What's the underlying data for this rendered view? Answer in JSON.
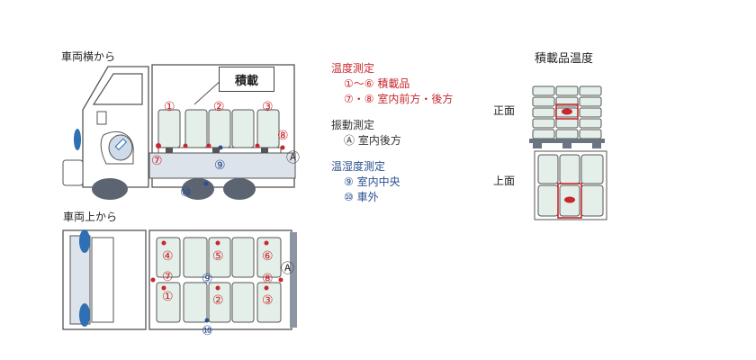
{
  "side_view_title": "車両横から",
  "top_view_title": "車両上から",
  "cargo_callout": "積載",
  "cargo_temp_title": "積載品温度",
  "front_label": "正面",
  "top_label": "上面",
  "legend": {
    "temp_title": "温度測定",
    "temp_item1": "①〜⑥ 積載品",
    "temp_item2": "⑦・⑧ 室内前方・後方",
    "vib_title": "振動測定",
    "vib_item1": "Ⓐ 室内後方",
    "hum_title": "温湿度測定",
    "hum_item1": "⑨ 室内中央",
    "hum_item2": "⑩ 車外"
  },
  "markers": {
    "m1": "①",
    "m2": "②",
    "m3": "③",
    "m4": "④",
    "m5": "⑤",
    "m6": "⑥",
    "m7": "⑦",
    "m8": "⑧",
    "m9": "⑨",
    "m10": "⑩",
    "mA": "Ⓐ"
  },
  "colors": {
    "red": "#c8282e",
    "blue": "#2a4f8f",
    "box_fill": "#e3efe8",
    "truck_blue": "#2f6fb3"
  }
}
